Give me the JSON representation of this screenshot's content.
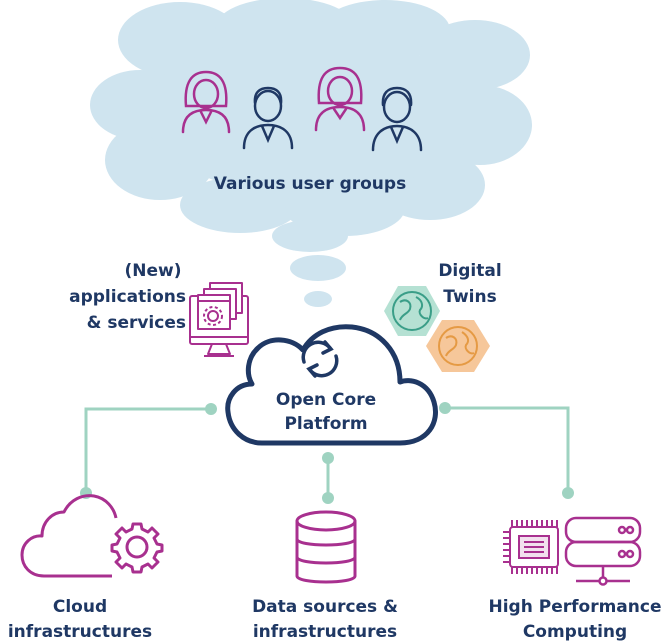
{
  "cloud_title": "Various user groups",
  "apps_label": [
    "(New)",
    "applications",
    "& services"
  ],
  "twins_label": [
    "Digital",
    "Twins"
  ],
  "core_label": [
    "Open Core",
    "Platform"
  ],
  "cloud_infra_label": [
    "Cloud",
    "infrastructures"
  ],
  "data_label": [
    "Data sources &",
    "infrastructures"
  ],
  "hpc_label": [
    "High Performance",
    "Computing"
  ],
  "colors": {
    "navy": "#1f3864",
    "cloud_fill": "#cfe4ef",
    "connector": "#9fd3c1",
    "magenta": "#a8308f",
    "twin_teal": "#b5e1d3",
    "twin_orange": "#f6c79a"
  }
}
